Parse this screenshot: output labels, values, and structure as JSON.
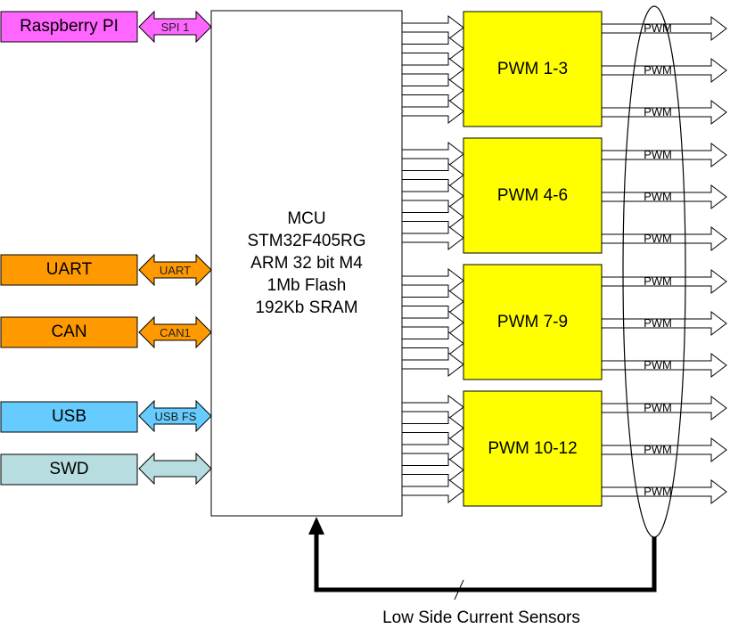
{
  "external_interfaces": [
    {
      "label": "Raspberry PI",
      "link": "SPI 1",
      "fill": "#ff66ff",
      "arrow_fill": "#ff66ff"
    },
    {
      "label": "UART",
      "link": "UART",
      "fill": "#ff9900",
      "arrow_fill": "#ff9900"
    },
    {
      "label": "CAN",
      "link": "CAN1",
      "fill": "#ff9900",
      "arrow_fill": "#ff9900"
    },
    {
      "label": "USB",
      "link": "USB FS",
      "fill": "#66ccff",
      "arrow_fill": "#66ccff"
    },
    {
      "label": "SWD",
      "link": "",
      "fill": "#b7dde0",
      "arrow_fill": "#b7dde0"
    }
  ],
  "mcu": {
    "lines": [
      "MCU",
      "STM32F405RG",
      "ARM 32 bit M4",
      "1Mb Flash",
      "192Kb SRAM"
    ]
  },
  "pwm_blocks": [
    {
      "label": "PWM 1-3"
    },
    {
      "label": "PWM 4-6"
    },
    {
      "label": "PWM 7-9"
    },
    {
      "label": "PWM 10-12"
    }
  ],
  "pwm_block_color": "#ffff00",
  "pwm_outputs": [
    "PWM",
    "PWM",
    "PWM",
    "PWM",
    "PWM",
    "PWM",
    "PWM",
    "PWM",
    "PWM",
    "PWM",
    "PWM",
    "PWM"
  ],
  "sensor_label": "Low Side Current Sensors"
}
